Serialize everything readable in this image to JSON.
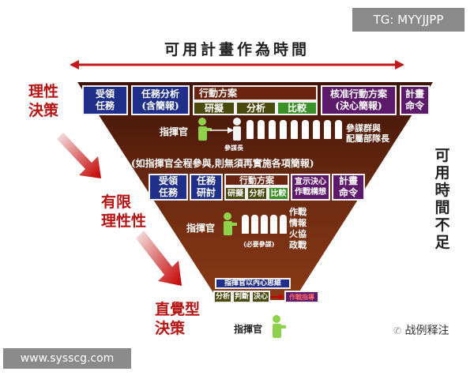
{
  "watermarks": {
    "top_right": "TG: MYYJJPP",
    "bottom_left": "www.sysscg.com"
  },
  "title": "可用計畫作為時間",
  "right_label": "可用時間不足",
  "left_labels": {
    "rational": [
      "理性",
      "決策"
    ],
    "bounded": [
      "有限",
      "理性性"
    ],
    "intuitive": [
      "直覺型",
      "決策"
    ]
  },
  "level1": {
    "receive": [
      "受領",
      "任務"
    ],
    "analysis": [
      "任務分析",
      "(含簡報)"
    ],
    "coa_header": "行動方案",
    "coa_steps": [
      "研擬",
      "分析",
      "比較"
    ],
    "coa_final": [
      "核准行動方案",
      "(決心簡報)"
    ],
    "order": [
      "計畫",
      "命令"
    ],
    "commander": "指揮官",
    "chief_of_staff": "參謀長",
    "staff_label": [
      "參謀群與",
      "配屬部隊長"
    ]
  },
  "note": "(如指揮官全程參與,則無須再實施各項簡報)",
  "level2": {
    "receive": [
      "受領",
      "任務"
    ],
    "study": [
      "任務",
      "研討"
    ],
    "coa_header": "行動方案",
    "coa_steps": [
      "研擬",
      "分析",
      "比較"
    ],
    "intent": [
      "宣示決心",
      "作戰構想"
    ],
    "order": [
      "計畫",
      "命令"
    ],
    "commander": "指揮官",
    "essential_staff": "(必要參謀)",
    "functions": [
      "作戰",
      "情報",
      "火協",
      "政戰"
    ]
  },
  "level3": {
    "header": "指揮官以內心思維",
    "steps": [
      "分析",
      "判斷",
      "決心"
    ],
    "final": "作戰指導",
    "commander": "指揮官"
  },
  "brand": "战例释注",
  "colors": {
    "triangle": "#5a1c0c",
    "navy": "#1f2f8a",
    "purple": "#5d1a6b",
    "green": "#3b9128",
    "arrow_red": "#c40000"
  }
}
